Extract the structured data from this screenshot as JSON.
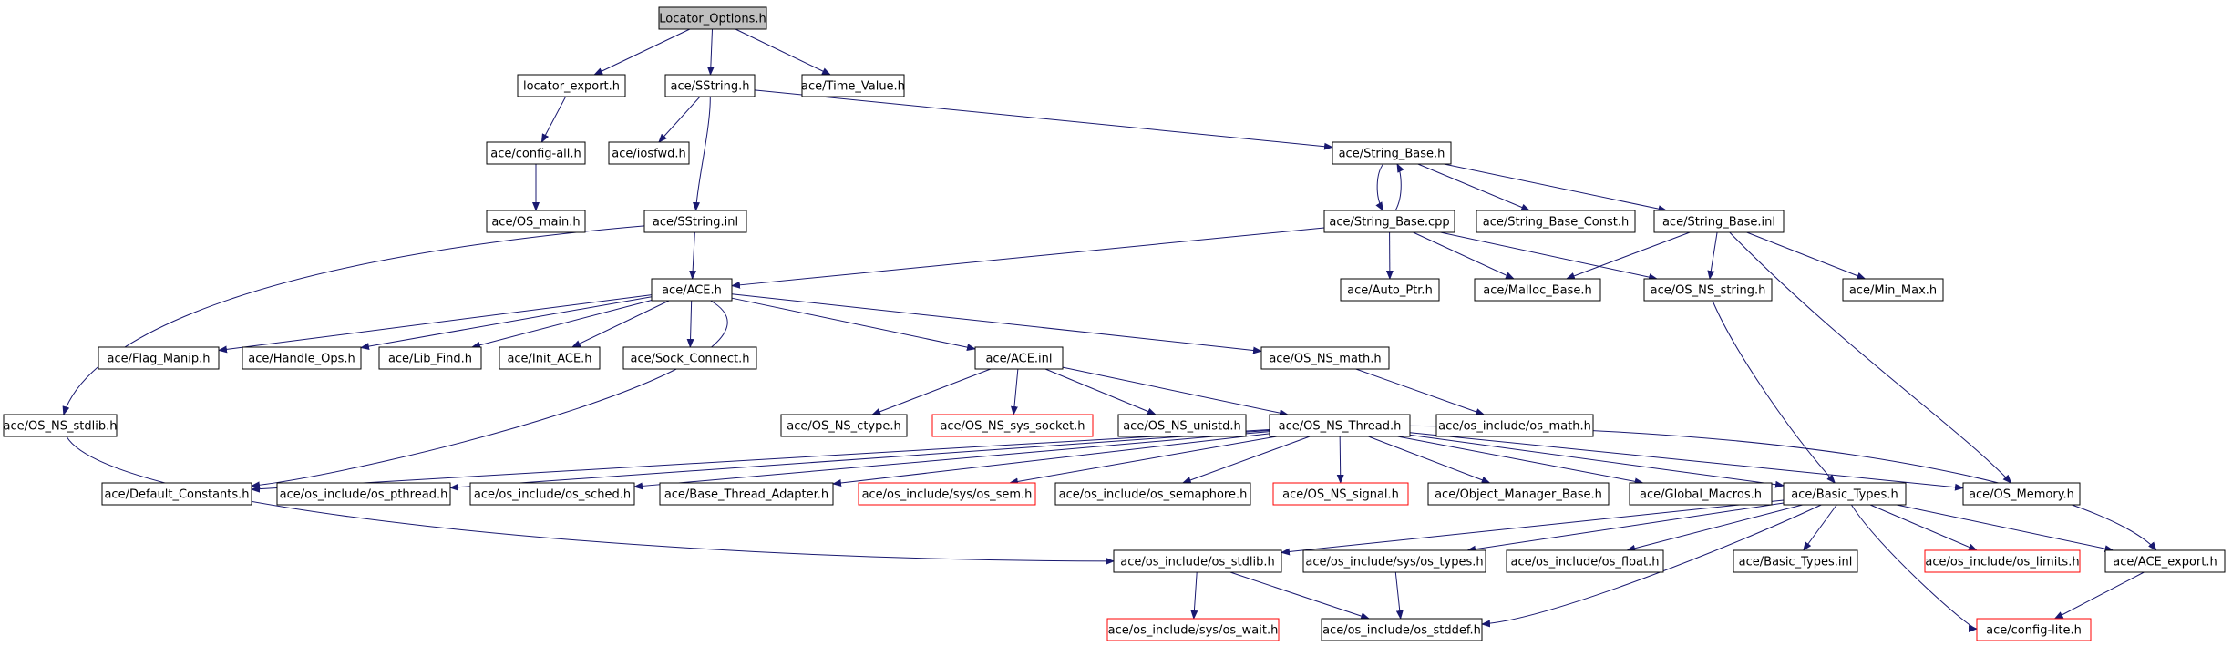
{
  "colors": {
    "edge": "#191970",
    "node_border": "#000000",
    "node_border_missing": "#ff0000",
    "root_fill": "#bfbfbf",
    "node_fill": "#ffffff",
    "text": "#000000"
  },
  "nodes": [
    {
      "id": "locator_options",
      "label": "Locator_Options.h",
      "root": true
    },
    {
      "id": "locator_export",
      "label": "locator_export.h"
    },
    {
      "id": "sstring_h",
      "label": "ace/SString.h"
    },
    {
      "id": "time_value",
      "label": "ace/Time_Value.h"
    },
    {
      "id": "config_all",
      "label": "ace/config-all.h"
    },
    {
      "id": "iosfwd",
      "label": "ace/iosfwd.h"
    },
    {
      "id": "string_base_h",
      "label": "ace/String_Base.h"
    },
    {
      "id": "os_main",
      "label": "ace/OS_main.h"
    },
    {
      "id": "sstring_inl",
      "label": "ace/SString.inl"
    },
    {
      "id": "string_base_cpp",
      "label": "ace/String_Base.cpp"
    },
    {
      "id": "string_base_const",
      "label": "ace/String_Base_Const.h"
    },
    {
      "id": "string_base_inl",
      "label": "ace/String_Base.inl"
    },
    {
      "id": "ace_h",
      "label": "ace/ACE.h"
    },
    {
      "id": "auto_ptr",
      "label": "ace/Auto_Ptr.h"
    },
    {
      "id": "malloc_base",
      "label": "ace/Malloc_Base.h"
    },
    {
      "id": "os_ns_string",
      "label": "ace/OS_NS_string.h"
    },
    {
      "id": "min_max",
      "label": "ace/Min_Max.h"
    },
    {
      "id": "flag_manip",
      "label": "ace/Flag_Manip.h"
    },
    {
      "id": "handle_ops",
      "label": "ace/Handle_Ops.h"
    },
    {
      "id": "lib_find",
      "label": "ace/Lib_Find.h"
    },
    {
      "id": "init_ace",
      "label": "ace/Init_ACE.h"
    },
    {
      "id": "sock_connect",
      "label": "ace/Sock_Connect.h"
    },
    {
      "id": "ace_inl",
      "label": "ace/ACE.inl"
    },
    {
      "id": "os_ns_math",
      "label": "ace/OS_NS_math.h"
    },
    {
      "id": "os_ns_stdlib",
      "label": "ace/OS_NS_stdlib.h"
    },
    {
      "id": "os_ns_ctype",
      "label": "ace/OS_NS_ctype.h"
    },
    {
      "id": "os_ns_sys_socket",
      "label": "ace/OS_NS_sys_socket.h",
      "missing": true
    },
    {
      "id": "os_ns_unistd",
      "label": "ace/OS_NS_unistd.h"
    },
    {
      "id": "os_ns_thread",
      "label": "ace/OS_NS_Thread.h"
    },
    {
      "id": "os_math",
      "label": "ace/os_include/os_math.h"
    },
    {
      "id": "default_constants",
      "label": "ace/Default_Constants.h"
    },
    {
      "id": "os_pthread",
      "label": "ace/os_include/os_pthread.h"
    },
    {
      "id": "os_sched",
      "label": "ace/os_include/os_sched.h"
    },
    {
      "id": "base_thread_adapter",
      "label": "ace/Base_Thread_Adapter.h"
    },
    {
      "id": "os_sem",
      "label": "ace/os_include/sys/os_sem.h",
      "missing": true
    },
    {
      "id": "os_semaphore",
      "label": "ace/os_include/os_semaphore.h"
    },
    {
      "id": "os_ns_signal",
      "label": "ace/OS_NS_signal.h",
      "missing": true
    },
    {
      "id": "object_manager_base",
      "label": "ace/Object_Manager_Base.h"
    },
    {
      "id": "global_macros",
      "label": "ace/Global_Macros.h"
    },
    {
      "id": "basic_types_h",
      "label": "ace/Basic_Types.h"
    },
    {
      "id": "os_memory",
      "label": "ace/OS_Memory.h"
    },
    {
      "id": "os_stdlib",
      "label": "ace/os_include/os_stdlib.h"
    },
    {
      "id": "os_types",
      "label": "ace/os_include/sys/os_types.h"
    },
    {
      "id": "os_float",
      "label": "ace/os_include/os_float.h"
    },
    {
      "id": "basic_types_inl",
      "label": "ace/Basic_Types.inl"
    },
    {
      "id": "os_limits",
      "label": "ace/os_include/os_limits.h",
      "missing": true
    },
    {
      "id": "ace_export",
      "label": "ace/ACE_export.h"
    },
    {
      "id": "os_wait",
      "label": "ace/os_include/sys/os_wait.h",
      "missing": true
    },
    {
      "id": "os_stddef",
      "label": "ace/os_include/os_stddef.h"
    },
    {
      "id": "config_lite",
      "label": "ace/config-lite.h",
      "missing": true
    }
  ],
  "edges": [
    [
      "locator_options",
      "locator_export"
    ],
    [
      "locator_options",
      "sstring_h"
    ],
    [
      "locator_options",
      "time_value"
    ],
    [
      "locator_export",
      "config_all"
    ],
    [
      "config_all",
      "os_main"
    ],
    [
      "sstring_h",
      "iosfwd"
    ],
    [
      "sstring_h",
      "string_base_h"
    ],
    [
      "sstring_h",
      "sstring_inl"
    ],
    [
      "string_base_h",
      "string_base_cpp"
    ],
    [
      "string_base_cpp",
      "string_base_h"
    ],
    [
      "string_base_h",
      "string_base_const"
    ],
    [
      "string_base_h",
      "string_base_inl"
    ],
    [
      "sstring_inl",
      "ace_h"
    ],
    [
      "sstring_inl",
      "os_ns_stdlib"
    ],
    [
      "string_base_cpp",
      "ace_h"
    ],
    [
      "string_base_cpp",
      "auto_ptr"
    ],
    [
      "string_base_cpp",
      "malloc_base"
    ],
    [
      "string_base_cpp",
      "os_ns_string"
    ],
    [
      "string_base_inl",
      "malloc_base"
    ],
    [
      "string_base_inl",
      "os_ns_string"
    ],
    [
      "string_base_inl",
      "min_max"
    ],
    [
      "string_base_inl",
      "os_memory"
    ],
    [
      "ace_h",
      "flag_manip"
    ],
    [
      "ace_h",
      "handle_ops"
    ],
    [
      "ace_h",
      "lib_find"
    ],
    [
      "ace_h",
      "init_ace"
    ],
    [
      "ace_h",
      "sock_connect"
    ],
    [
      "ace_h",
      "ace_inl"
    ],
    [
      "ace_h",
      "os_ns_math"
    ],
    [
      "ace_h",
      "default_constants"
    ],
    [
      "ace_inl",
      "os_ns_ctype"
    ],
    [
      "ace_inl",
      "os_ns_sys_socket"
    ],
    [
      "ace_inl",
      "os_ns_unistd"
    ],
    [
      "ace_inl",
      "os_ns_thread"
    ],
    [
      "os_ns_math",
      "os_math"
    ],
    [
      "os_ns_string",
      "basic_types_h"
    ],
    [
      "os_ns_thread",
      "default_constants"
    ],
    [
      "os_ns_thread",
      "os_pthread"
    ],
    [
      "os_ns_thread",
      "os_sched"
    ],
    [
      "os_ns_thread",
      "base_thread_adapter"
    ],
    [
      "os_ns_thread",
      "os_sem"
    ],
    [
      "os_ns_thread",
      "os_semaphore"
    ],
    [
      "os_ns_thread",
      "os_ns_signal"
    ],
    [
      "os_ns_thread",
      "object_manager_base"
    ],
    [
      "os_ns_thread",
      "global_macros"
    ],
    [
      "os_ns_thread",
      "basic_types_h"
    ],
    [
      "os_ns_thread",
      "os_memory"
    ],
    [
      "os_ns_thread",
      "ace_export"
    ],
    [
      "os_ns_stdlib",
      "os_stdlib"
    ],
    [
      "basic_types_h",
      "os_stdlib"
    ],
    [
      "basic_types_h",
      "os_types"
    ],
    [
      "basic_types_h",
      "os_float"
    ],
    [
      "basic_types_h",
      "basic_types_inl"
    ],
    [
      "basic_types_h",
      "os_limits"
    ],
    [
      "basic_types_h",
      "ace_export"
    ],
    [
      "basic_types_h",
      "config_lite"
    ],
    [
      "basic_types_h",
      "os_stddef"
    ],
    [
      "os_stdlib",
      "os_wait"
    ],
    [
      "os_stdlib",
      "os_stddef"
    ],
    [
      "os_types",
      "os_stddef"
    ],
    [
      "ace_export",
      "config_lite"
    ]
  ]
}
